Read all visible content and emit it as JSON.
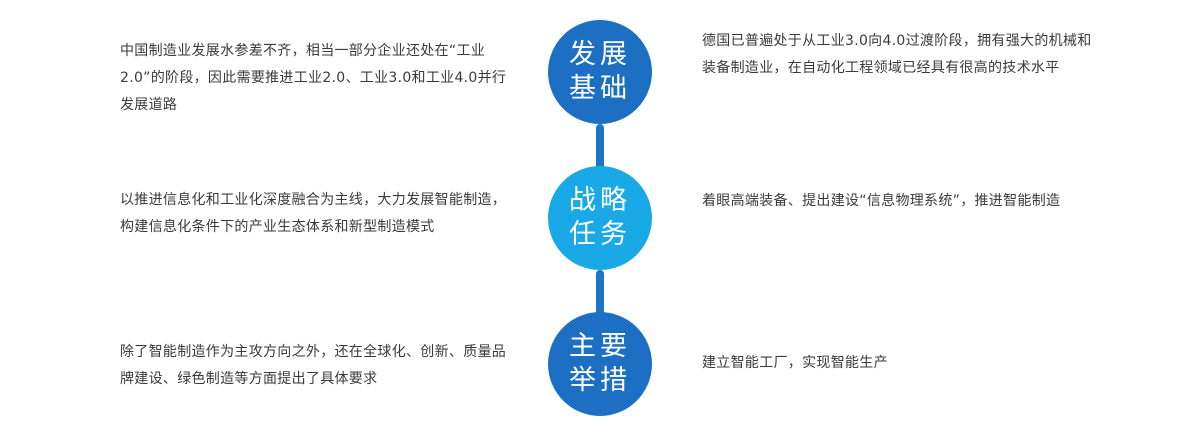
{
  "nodes": [
    {
      "label": "发展基础",
      "color": "#1d6fc3",
      "left": "中国制造业发展水参差不齐，相当一部分企业还处在“工业2.0”的阶段，因此需要推进工业2.0、工业3.0和工业4.0并行发展道路",
      "right": "德国已普遍处于从工业3.0向4.0过渡阶段，拥有强大的机械和装备制造业，在自动化工程领域已经具有很高的技术水平"
    },
    {
      "label": "战略任务",
      "color": "#18a9e6",
      "left": "以推进信息化和工业化深度融合为主线，大力发展智能制造，构建信息化条件下的产业生态体系和新型制造模式",
      "right": "着眼高端装备、提出建设“信息物理系统”，推进智能制造"
    },
    {
      "label": "主要举措",
      "color": "#1d6fc3",
      "left": "除了智能制造作为主攻方向之外，还在全球化、创新、质量品牌建设、绿色制造等方面提出了具体要求",
      "right": "建立智能工厂，实现智能生产"
    }
  ]
}
